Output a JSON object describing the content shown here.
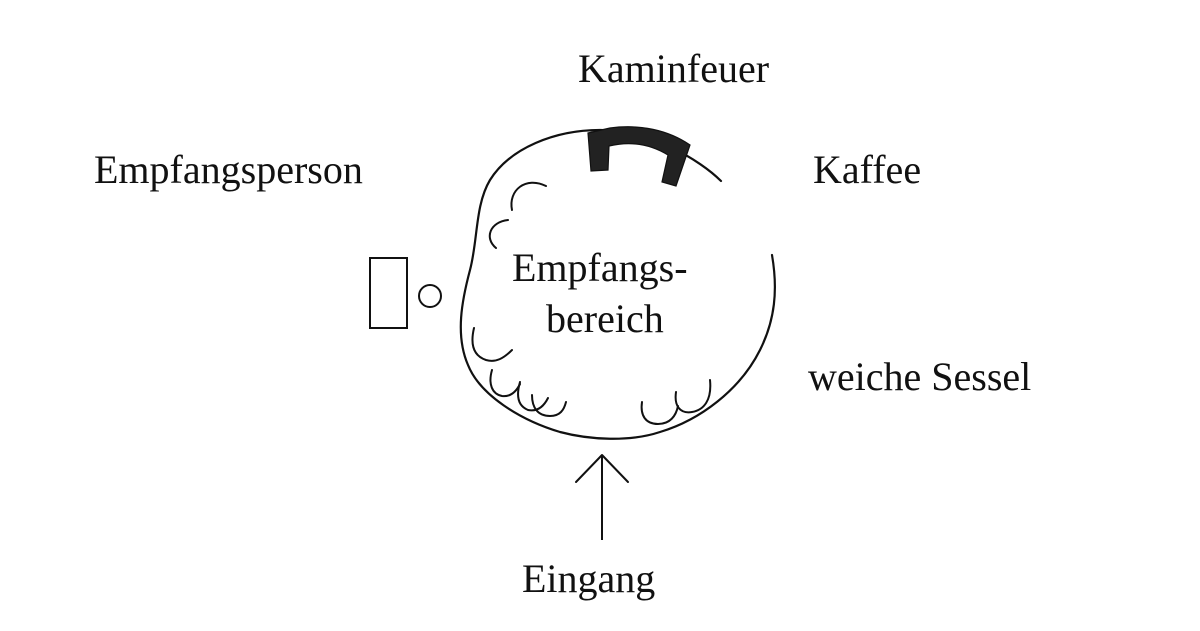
{
  "labels": {
    "fireplace": "Kaminfeuer",
    "reception_person": "Empfangsperson",
    "coffee": "Kaffee",
    "area_line1": "Empfangs-",
    "area_line2": "bereich",
    "armchairs": "weiche Sessel",
    "entrance": "Eingang"
  },
  "colors": {
    "ink": "#111111",
    "fireplace_fill": "#222222",
    "background": "#ffffff"
  }
}
